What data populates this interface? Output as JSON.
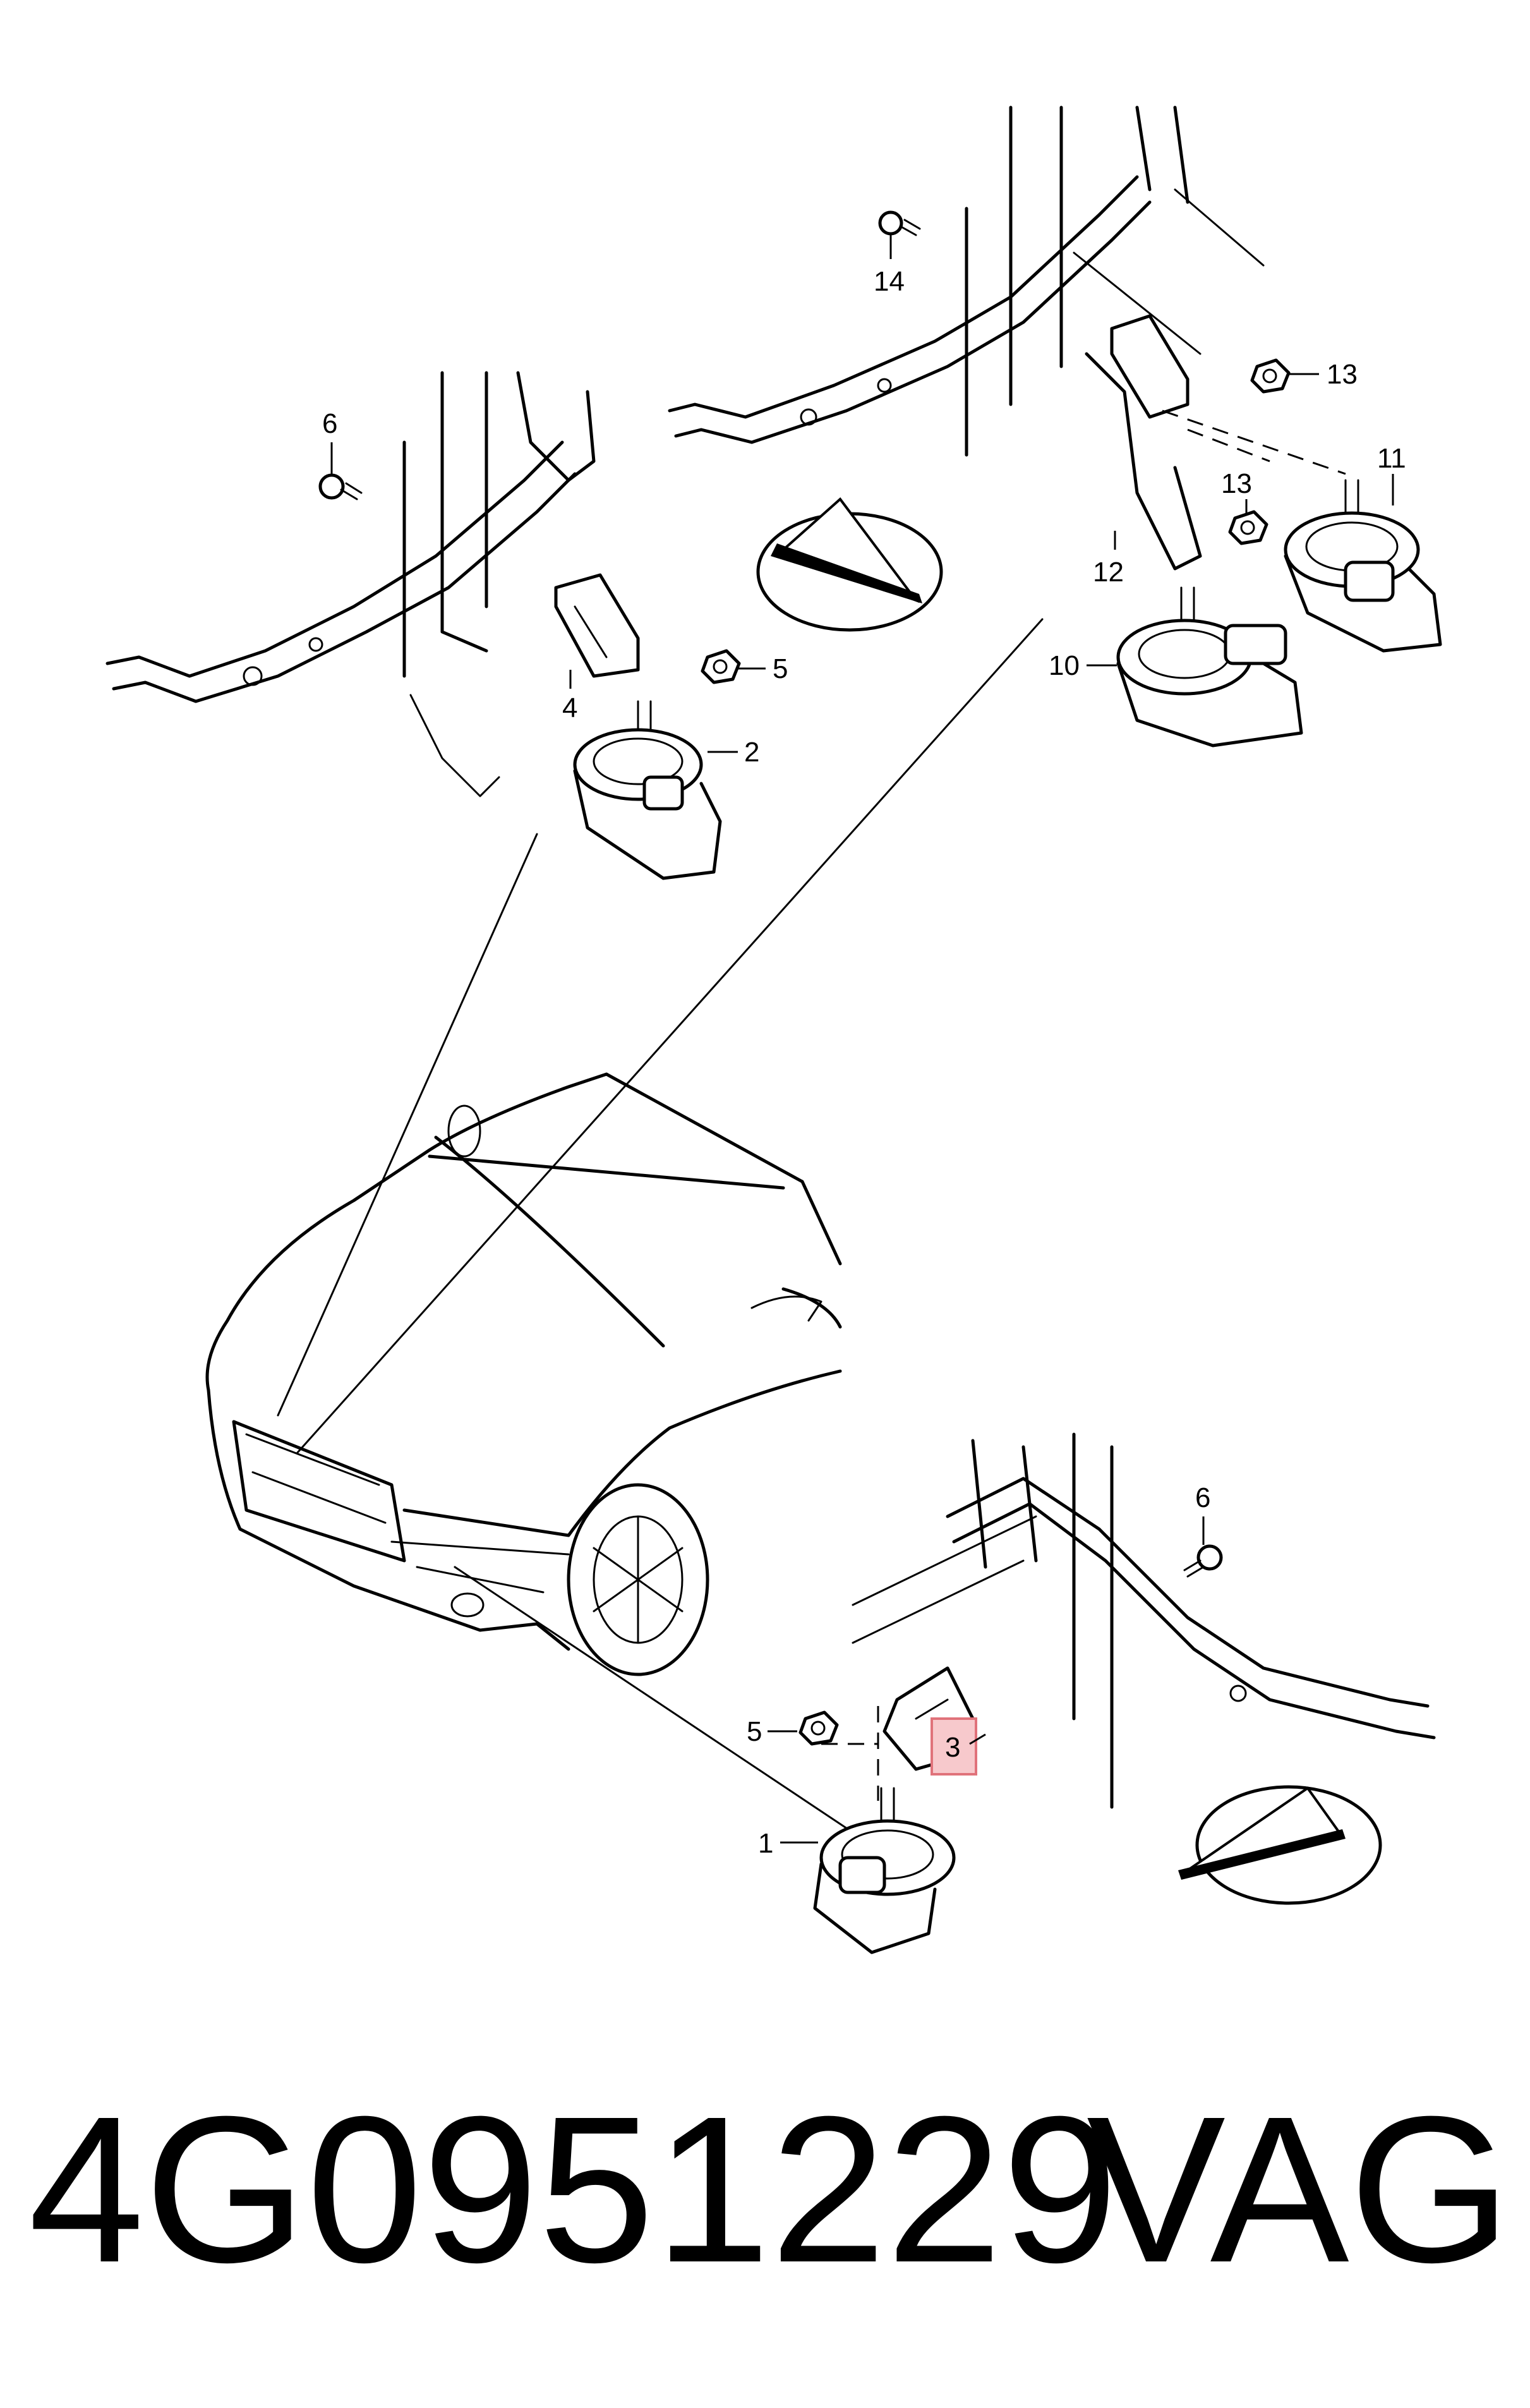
{
  "callouts": {
    "p1": "1",
    "p2": "2",
    "p3": "3",
    "p4": "4",
    "p5a": "5",
    "p5b": "5",
    "p6a": "6",
    "p6b": "6",
    "p10": "10",
    "p11": "11",
    "p12": "12",
    "p13a": "13",
    "p13b": "13",
    "p14": "14"
  },
  "highlight_color": "#e0727a",
  "footer": {
    "part_number": "4G0951229",
    "brand": "VAG"
  }
}
